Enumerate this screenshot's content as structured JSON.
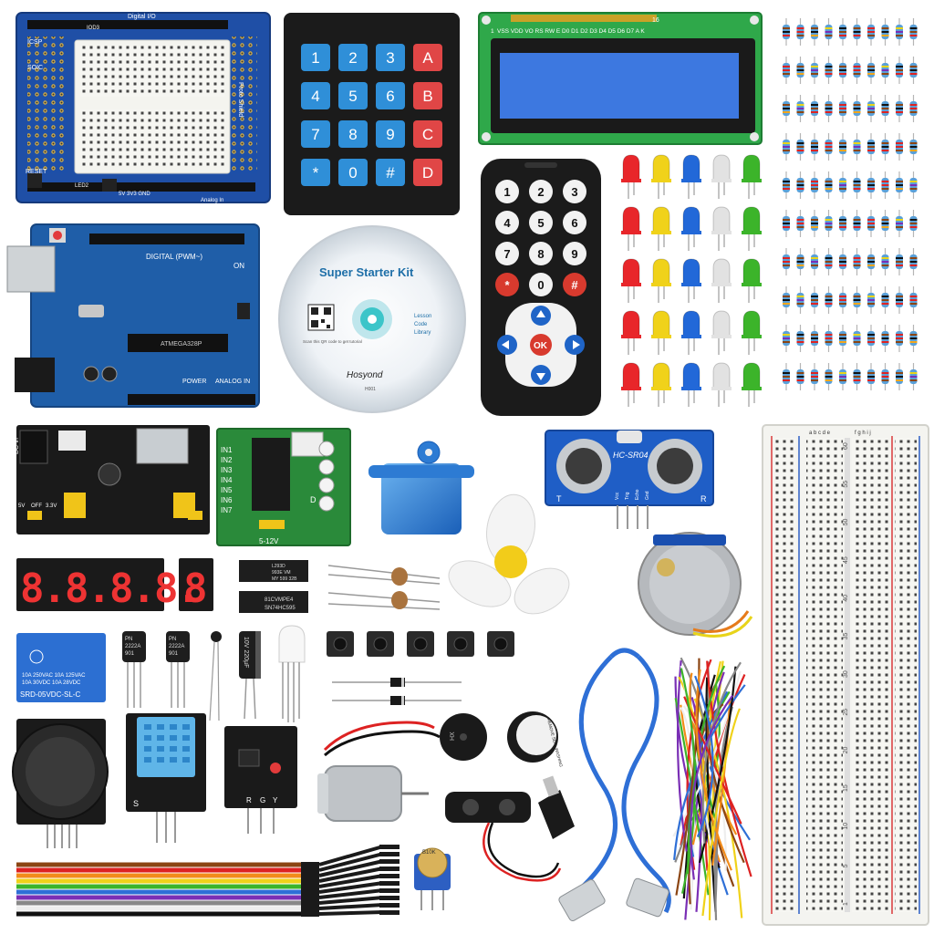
{
  "proto_shield": {
    "header_top": "Digital I/O",
    "header_code": "IOD3",
    "label_icsp": "ICSP",
    "label_soic": "SOIC",
    "label_reset": "RESET",
    "label_led": "LED2",
    "label_power": "5V 3V3 GND",
    "label_shield": "Proto Shield",
    "label_analog": "Analog In"
  },
  "keypad": {
    "keys": [
      "1",
      "2",
      "3",
      "A",
      "4",
      "5",
      "6",
      "B",
      "7",
      "8",
      "9",
      "C",
      "*",
      "0",
      "#",
      "D"
    ],
    "digit_color": "#2f8fd8",
    "letter_color": "#e04646"
  },
  "lcd": {
    "pin_labels": "VSS VDD VO RS RW E D0 D1 D2 D3 D4 D5 D6 D7 A K",
    "pin_end_left": "1",
    "pin_end_right": "16",
    "screen_color": "#3d78e0"
  },
  "uno": {
    "label_digital": "DIGITAL (PWM~)",
    "label_on": "ON",
    "label_chip": "ATMEGA328P",
    "label_power": "POWER",
    "label_analog": "ANALOG IN"
  },
  "cd": {
    "title": "Super Starter Kit",
    "qr_caption": "Scan this QR code to get tutorial",
    "menu": [
      "Lesson",
      "Code",
      "Library"
    ],
    "brand": "Hosyond",
    "code": "H001"
  },
  "remote": {
    "keys": [
      "1",
      "2",
      "3",
      "4",
      "5",
      "6",
      "7",
      "8",
      "9",
      "*",
      "0",
      "#"
    ],
    "ok_label": "OK"
  },
  "leds": {
    "columns": [
      "red",
      "yellow",
      "blue",
      "white",
      "green"
    ],
    "colors": [
      "#e8262a",
      "#f0d21a",
      "#2268d8",
      "#e2e2e2",
      "#3cb42a"
    ],
    "rows": 5
  },
  "resistors": {
    "rows": 10,
    "per_row": 10
  },
  "power_module": {
    "label_dc": "DC-in",
    "jumper_labels": [
      "5V",
      "OFF",
      "3.3V"
    ]
  },
  "stepper_driver": {
    "inputs": [
      "IN1",
      "IN2",
      "IN3",
      "IN4",
      "IN5",
      "IN6",
      "IN7"
    ],
    "label_voltage": "5-12V",
    "label_d": "D"
  },
  "ultrasonic": {
    "model": "HC-SR04",
    "pins": [
      "Vcc",
      "Trig",
      "Echo",
      "Gnd"
    ],
    "label_t": "T",
    "label_r": "R"
  },
  "breadboard": {
    "row_numbers": [
      "1",
      "5",
      "10",
      "15",
      "20",
      "25",
      "30",
      "35",
      "40",
      "45",
      "50",
      "55",
      "60"
    ],
    "cols_left": "a b c d e",
    "cols_right": "f g h i j"
  },
  "segment_display": {
    "four_digit": "8.8.8.8.",
    "one_digit": "8"
  },
  "ics": [
    {
      "lines": [
        "L293D",
        "993E VM",
        "MY 599 32B"
      ]
    },
    {
      "lines": [
        "81CVMPE4",
        "SN74HC595"
      ]
    }
  ],
  "relay": {
    "lines": [
      "10A 250VAC 10A 125VAC",
      "10A 30VDC 10A 28VDC",
      "SRD-05VDC-SL-C"
    ]
  },
  "transistors": [
    {
      "lines": [
        "PN",
        "2222A",
        "901"
      ]
    },
    {
      "lines": [
        "PN",
        "2222A",
        "901"
      ]
    }
  ],
  "capacitor": {
    "label": "10V 220µF"
  },
  "buzzer": {
    "active_text": "REMOVE SEAL WASHING",
    "passive_text": "HX"
  },
  "ir_module": {
    "pins": [
      "R",
      "G",
      "Y"
    ]
  },
  "dht11": {
    "label": "S"
  },
  "pot": {
    "label": "B10K"
  }
}
